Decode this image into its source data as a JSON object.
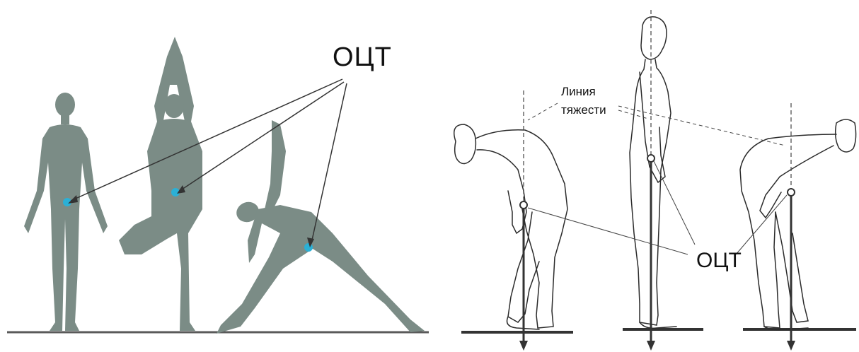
{
  "left_panel": {
    "label": "ОЦТ",
    "colors": {
      "silhouette": "#7b8c86",
      "marker": "#2bb0d6",
      "ground": "#5a5a5a"
    }
  },
  "right_panel": {
    "gravity_line_label": {
      "line1": "Линия",
      "line2": "тяжести"
    },
    "label": "ОЦТ",
    "colors": {
      "ink": "#2b2b2b",
      "ground": "#333333"
    }
  }
}
